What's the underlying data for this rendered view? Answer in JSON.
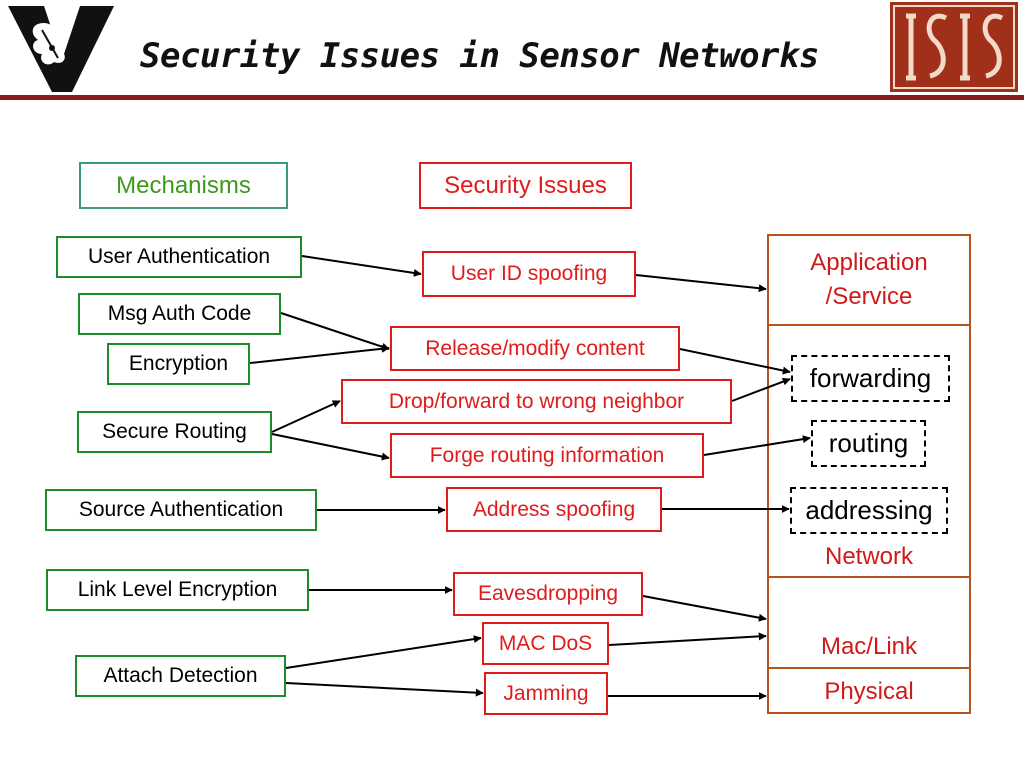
{
  "title": "Security Issues in Sensor Networks",
  "colors": {
    "accent_rule": "#8b1a1a",
    "mechanism_border": "#1e8a2a",
    "issue_red": "#e01b1b",
    "layer_border": "#b5541a"
  },
  "logos": {
    "left": "V oak-leaf logo",
    "right": "ISIS logo"
  },
  "headers": {
    "mechanisms": "Mechanisms",
    "issues": "Security Issues"
  },
  "mechanisms": [
    "User Authentication",
    "Msg Auth Code",
    "Encryption",
    "Secure Routing",
    "Source Authentication",
    "Link Level Encryption",
    "Attach Detection"
  ],
  "issues": [
    "User ID spoofing",
    "Release/modify content",
    "Drop/forward to wrong neighbor",
    "Forge routing information",
    "Address spoofing",
    "Eavesdropping",
    "MAC DoS",
    "Jamming"
  ],
  "layers": {
    "application": [
      "Application",
      "/Service"
    ],
    "network": "Network",
    "network_functions": [
      "forwarding",
      "routing",
      "addressing"
    ],
    "maclink": "Mac/Link",
    "physical": "Physical"
  },
  "connections": [
    [
      "User Authentication",
      "User ID spoofing"
    ],
    [
      "Msg Auth Code",
      "Release/modify content"
    ],
    [
      "Encryption",
      "Release/modify content"
    ],
    [
      "Secure Routing",
      "Drop/forward to wrong neighbor"
    ],
    [
      "Secure Routing",
      "Forge routing information"
    ],
    [
      "Source Authentication",
      "Address spoofing"
    ],
    [
      "Link Level Encryption",
      "Eavesdropping"
    ],
    [
      "Attach Detection",
      "MAC DoS"
    ],
    [
      "Attach Detection",
      "Jamming"
    ],
    [
      "User ID spoofing",
      "Application /Service"
    ],
    [
      "Release/modify content",
      "forwarding"
    ],
    [
      "Drop/forward to wrong neighbor",
      "forwarding"
    ],
    [
      "Forge routing information",
      "routing"
    ],
    [
      "Address spoofing",
      "addressing"
    ],
    [
      "Eavesdropping",
      "Mac/Link"
    ],
    [
      "MAC DoS",
      "Mac/Link"
    ],
    [
      "Jamming",
      "Physical"
    ]
  ]
}
